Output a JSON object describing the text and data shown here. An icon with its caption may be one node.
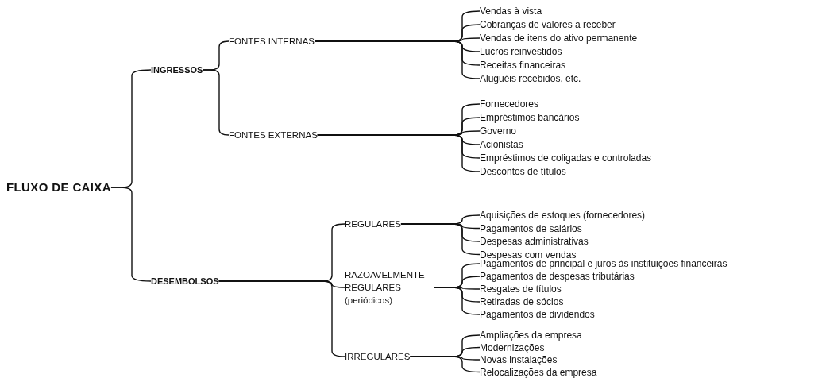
{
  "diagram": {
    "nodes": [
      {
        "text": [
          "FLUXO DE CAIXA"
        ]
      },
      {
        "text": [
          "INGRESSOS"
        ]
      },
      {
        "text": [
          "FONTES INTERNAS"
        ]
      },
      {
        "text": [
          "Vendas à vista"
        ]
      },
      {
        "text": [
          "Cobranças de valores a receber"
        ]
      },
      {
        "text": [
          "Vendas de itens do ativo permanente"
        ]
      },
      {
        "text": [
          "Lucros reinvestidos"
        ]
      },
      {
        "text": [
          "Receitas financeiras"
        ]
      },
      {
        "text": [
          "Aluguéis recebidos, etc."
        ]
      },
      {
        "text": [
          "FONTES EXTERNAS"
        ]
      },
      {
        "text": [
          "Fornecedores"
        ]
      },
      {
        "text": [
          "Empréstimos bancários"
        ]
      },
      {
        "text": [
          "Governo"
        ]
      },
      {
        "text": [
          "Acionistas"
        ]
      },
      {
        "text": [
          "Empréstimos de coligadas e controladas"
        ]
      },
      {
        "text": [
          "Descontos de títulos"
        ]
      },
      {
        "text": [
          "DESEMBOLSOS"
        ]
      },
      {
        "text": [
          "REGULARES"
        ]
      },
      {
        "text": [
          "Aquisições de estoques (fornecedores)"
        ]
      },
      {
        "text": [
          "Pagamentos de salários"
        ]
      },
      {
        "text": [
          "Despesas administrativas"
        ]
      },
      {
        "text": [
          "Despesas com vendas"
        ]
      },
      {
        "text": [
          "RAZOAVELMENTE REGULARES (periódicos)"
        ]
      },
      {
        "text": [
          "Pagamentos de principal e juros às instituições financeiras"
        ]
      },
      {
        "text": [
          "Pagamentos de despesas tributárias"
        ]
      },
      {
        "text": [
          "Resgates de títulos"
        ]
      },
      {
        "text": [
          "Retiradas de sócios"
        ]
      },
      {
        "text": [
          "Pagamentos de dividendos"
        ]
      },
      {
        "text": [
          "IRREGULARES"
        ]
      },
      {
        "text": [
          "Ampliações da empresa"
        ]
      },
      {
        "text": [
          "Modernizações"
        ]
      },
      {
        "text": [
          "Novas instalações"
        ]
      },
      {
        "text": [
          "Relocalizações da empresa"
        ]
      }
    ],
    "edges": [
      {
        "from": 0,
        "to": 1,
        "arrow": "none"
      },
      {
        "from": 0,
        "to": 16,
        "arrow": "none"
      },
      {
        "from": 1,
        "to": 2,
        "arrow": "none"
      },
      {
        "from": 1,
        "to": 9,
        "arrow": "none"
      },
      {
        "from": 2,
        "to": 3,
        "arrow": "none"
      },
      {
        "from": 2,
        "to": 4,
        "arrow": "none"
      },
      {
        "from": 2,
        "to": 5,
        "arrow": "none"
      },
      {
        "from": 2,
        "to": 6,
        "arrow": "none"
      },
      {
        "from": 2,
        "to": 7,
        "arrow": "none"
      },
      {
        "from": 2,
        "to": 8,
        "arrow": "none"
      },
      {
        "from": 9,
        "to": 10,
        "arrow": "none"
      },
      {
        "from": 9,
        "to": 11,
        "arrow": "none"
      },
      {
        "from": 9,
        "to": 12,
        "arrow": "none"
      },
      {
        "from": 9,
        "to": 13,
        "arrow": "none"
      },
      {
        "from": 9,
        "to": 14,
        "arrow": "none"
      },
      {
        "from": 9,
        "to": 15,
        "arrow": "none"
      },
      {
        "from": 16,
        "to": 17,
        "arrow": "none"
      },
      {
        "from": 16,
        "to": 22,
        "arrow": "none"
      },
      {
        "from": 16,
        "to": 28,
        "arrow": "none"
      },
      {
        "from": 17,
        "to": 18,
        "arrow": "none"
      },
      {
        "from": 17,
        "to": 19,
        "arrow": "none"
      },
      {
        "from": 17,
        "to": 20,
        "arrow": "none"
      },
      {
        "from": 17,
        "to": 21,
        "arrow": "none"
      },
      {
        "from": 22,
        "to": 23,
        "arrow": "none"
      },
      {
        "from": 22,
        "to": 24,
        "arrow": "none"
      },
      {
        "from": 22,
        "to": 25,
        "arrow": "none"
      },
      {
        "from": 22,
        "to": 26,
        "arrow": "none"
      },
      {
        "from": 22,
        "to": 27,
        "arrow": "none"
      },
      {
        "from": 28,
        "to": 29,
        "arrow": "none"
      },
      {
        "from": 28,
        "to": 30,
        "arrow": "none"
      },
      {
        "from": 28,
        "to": 31,
        "arrow": "none"
      },
      {
        "from": 28,
        "to": 32,
        "arrow": "none"
      }
    ]
  }
}
